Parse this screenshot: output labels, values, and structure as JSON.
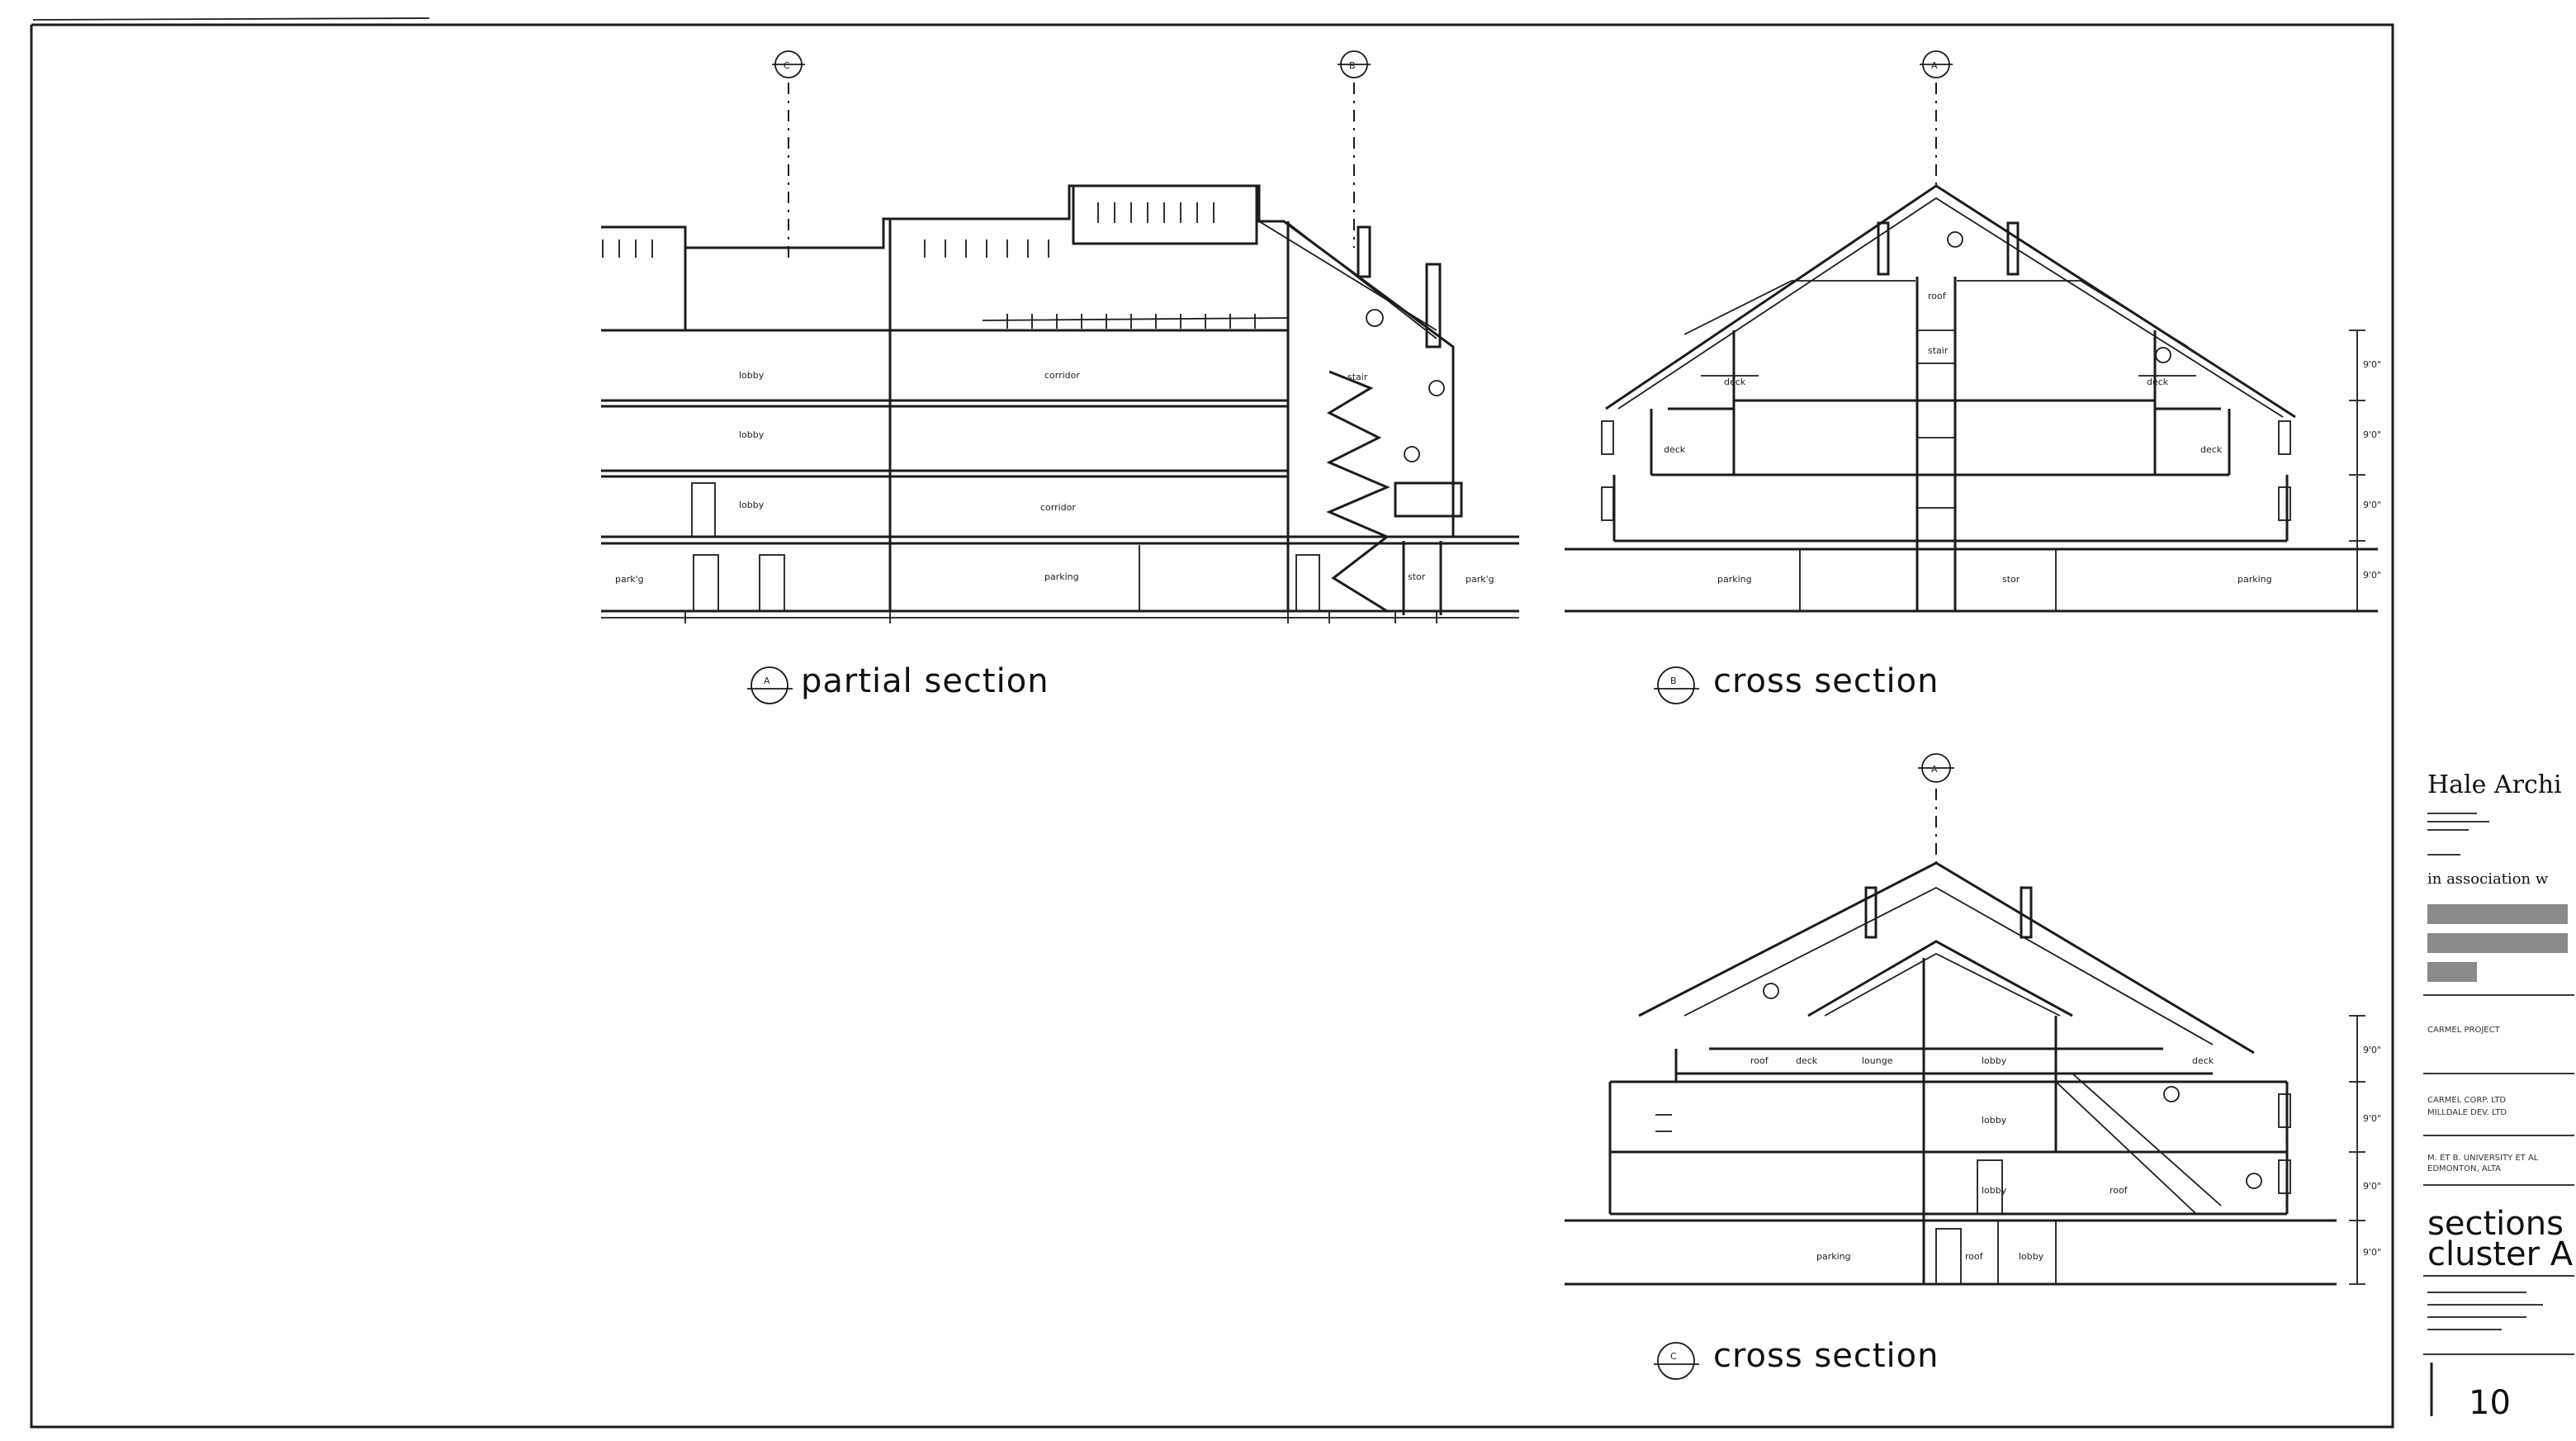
{
  "sections": {
    "a": {
      "marker": "A",
      "caption": "partial section"
    },
    "b": {
      "marker": "B",
      "caption": "cross section"
    },
    "c": {
      "marker": "C",
      "caption": "cross section"
    }
  },
  "cut_markers": {
    "a": "A",
    "b": "B",
    "c": "C"
  },
  "room_labels": {
    "lobby": "lobby",
    "corridor": "corridor",
    "parking": "parking",
    "parking_abbr": "park'g",
    "stair": "stair",
    "deck": "deck",
    "roof": "roof",
    "lounge": "lounge",
    "stor": "stor"
  },
  "dimensions": {
    "floor_height": "9'0\""
  },
  "title_block": {
    "firm": "Hale Archi",
    "association": "in association w",
    "project_label": "CARMEL PROJECT",
    "client": [
      "CARMEL CORP. LTD",
      "MILLDALE DEV. LTD"
    ],
    "owner": [
      "M. ET B. UNIVERSITY ET AL",
      "EDMONTON, ALTA"
    ],
    "drawing_title": [
      "sections",
      "cluster A"
    ],
    "sheet_number": "10"
  }
}
